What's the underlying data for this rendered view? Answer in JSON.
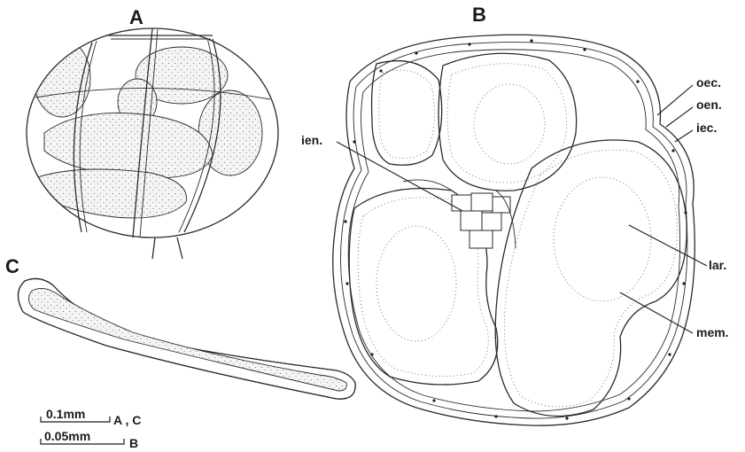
{
  "panels": {
    "a": "A",
    "b": "B",
    "c": "C"
  },
  "callouts": {
    "oec": "oec.",
    "oen": "oen.",
    "iec": "iec.",
    "ien": "ien.",
    "lar": "lar.",
    "mem": "mem."
  },
  "scale_bars": [
    {
      "value": "0.1mm",
      "applies_to": "A , C"
    },
    {
      "value": "0.05mm",
      "applies_to": "B"
    }
  ]
}
